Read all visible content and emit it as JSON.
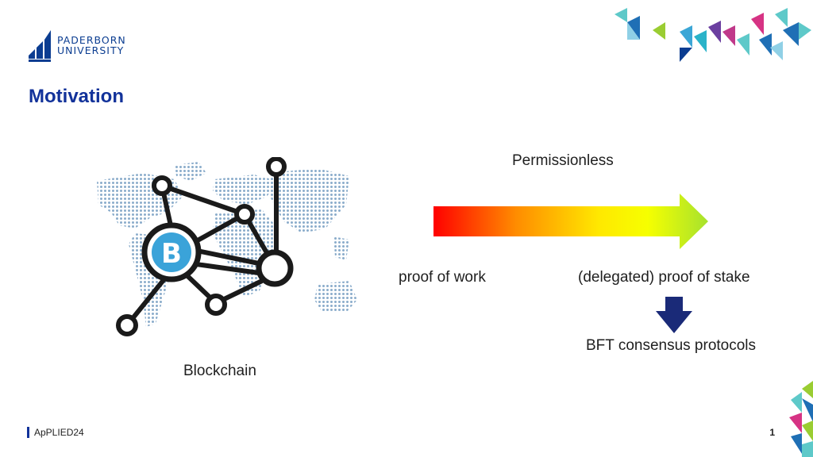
{
  "header": {
    "logo_line1": "PADERBORN",
    "logo_line2": "UNIVERSITY",
    "title": "Motivation"
  },
  "content": {
    "permissionless_label": "Permissionless",
    "proof_of_work_label": "proof of work",
    "proof_of_stake_label": "(delegated) proof of stake",
    "bft_label": "BFT consensus protocols",
    "blockchain_label": "Blockchain",
    "icons": [
      "blockchain-network-icon",
      "gradient-arrow-right-icon",
      "arrow-down-icon"
    ]
  },
  "footer": {
    "event": "ApPLIED24",
    "page_number": "1"
  },
  "colors": {
    "title": "#12329a",
    "arrow_gradient": [
      "#ff0000",
      "#ff8c00",
      "#ffe800",
      "#f6ff00",
      "#a6e22e"
    ],
    "down_arrow": "#1a2a78",
    "map_dots": "#8aaccb"
  }
}
